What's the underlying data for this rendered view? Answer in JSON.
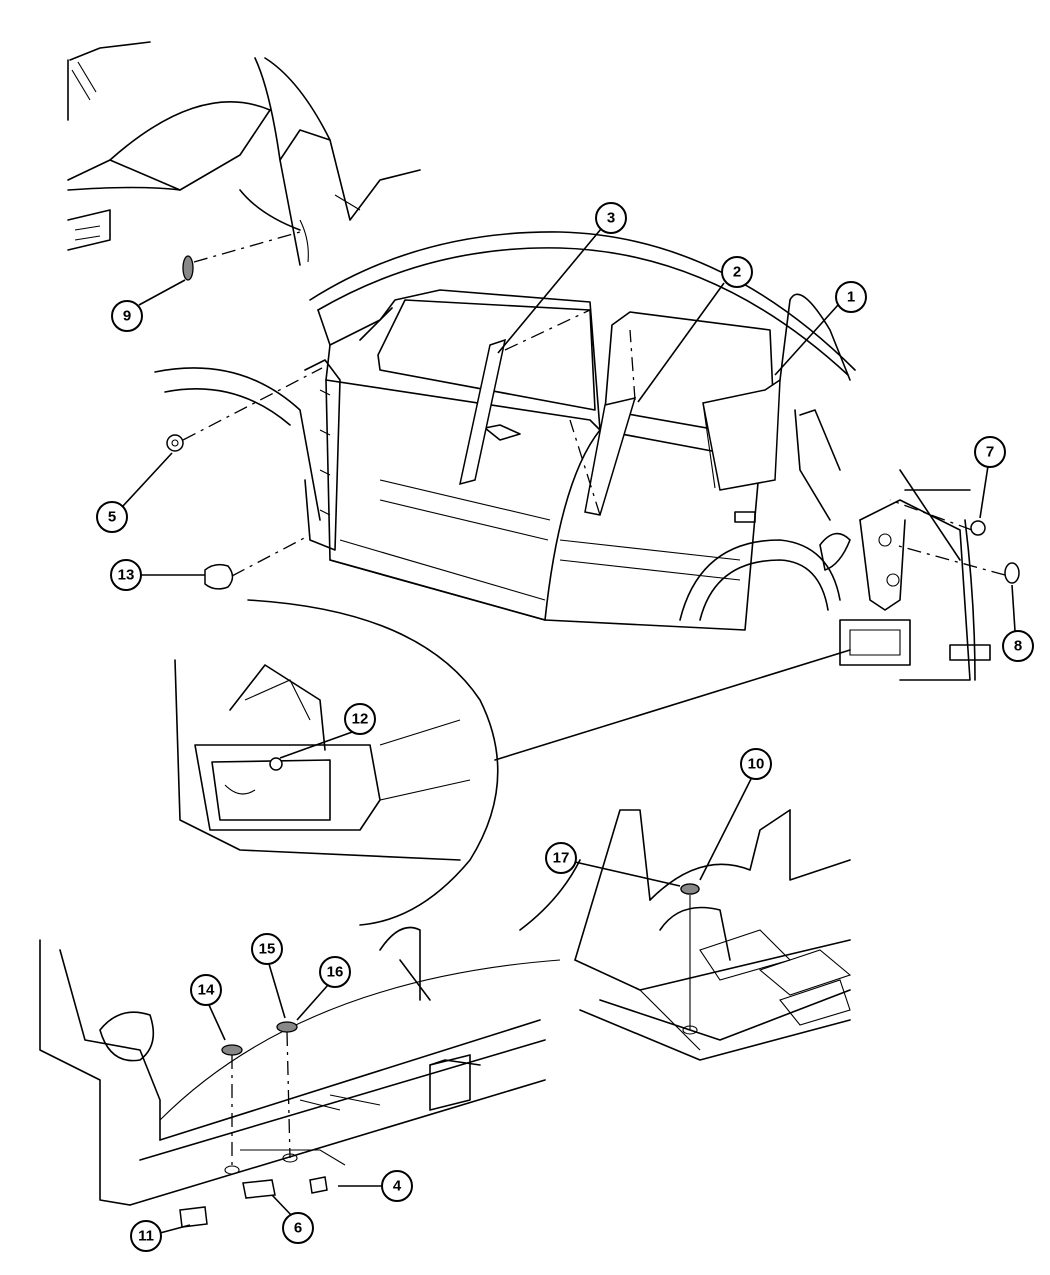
{
  "callouts": [
    {
      "id": "callout-1",
      "label": "1"
    },
    {
      "id": "callout-2",
      "label": "2"
    },
    {
      "id": "callout-3",
      "label": "3"
    },
    {
      "id": "callout-4",
      "label": "4"
    },
    {
      "id": "callout-5",
      "label": "5"
    },
    {
      "id": "callout-6",
      "label": "6"
    },
    {
      "id": "callout-7",
      "label": "7"
    },
    {
      "id": "callout-8",
      "label": "8"
    },
    {
      "id": "callout-9",
      "label": "9"
    },
    {
      "id": "callout-10",
      "label": "10"
    },
    {
      "id": "callout-11",
      "label": "11"
    },
    {
      "id": "callout-12",
      "label": "12"
    },
    {
      "id": "callout-13",
      "label": "13"
    },
    {
      "id": "callout-14",
      "label": "14"
    },
    {
      "id": "callout-15",
      "label": "15"
    },
    {
      "id": "callout-16",
      "label": "16"
    },
    {
      "id": "callout-17",
      "label": "17"
    }
  ]
}
